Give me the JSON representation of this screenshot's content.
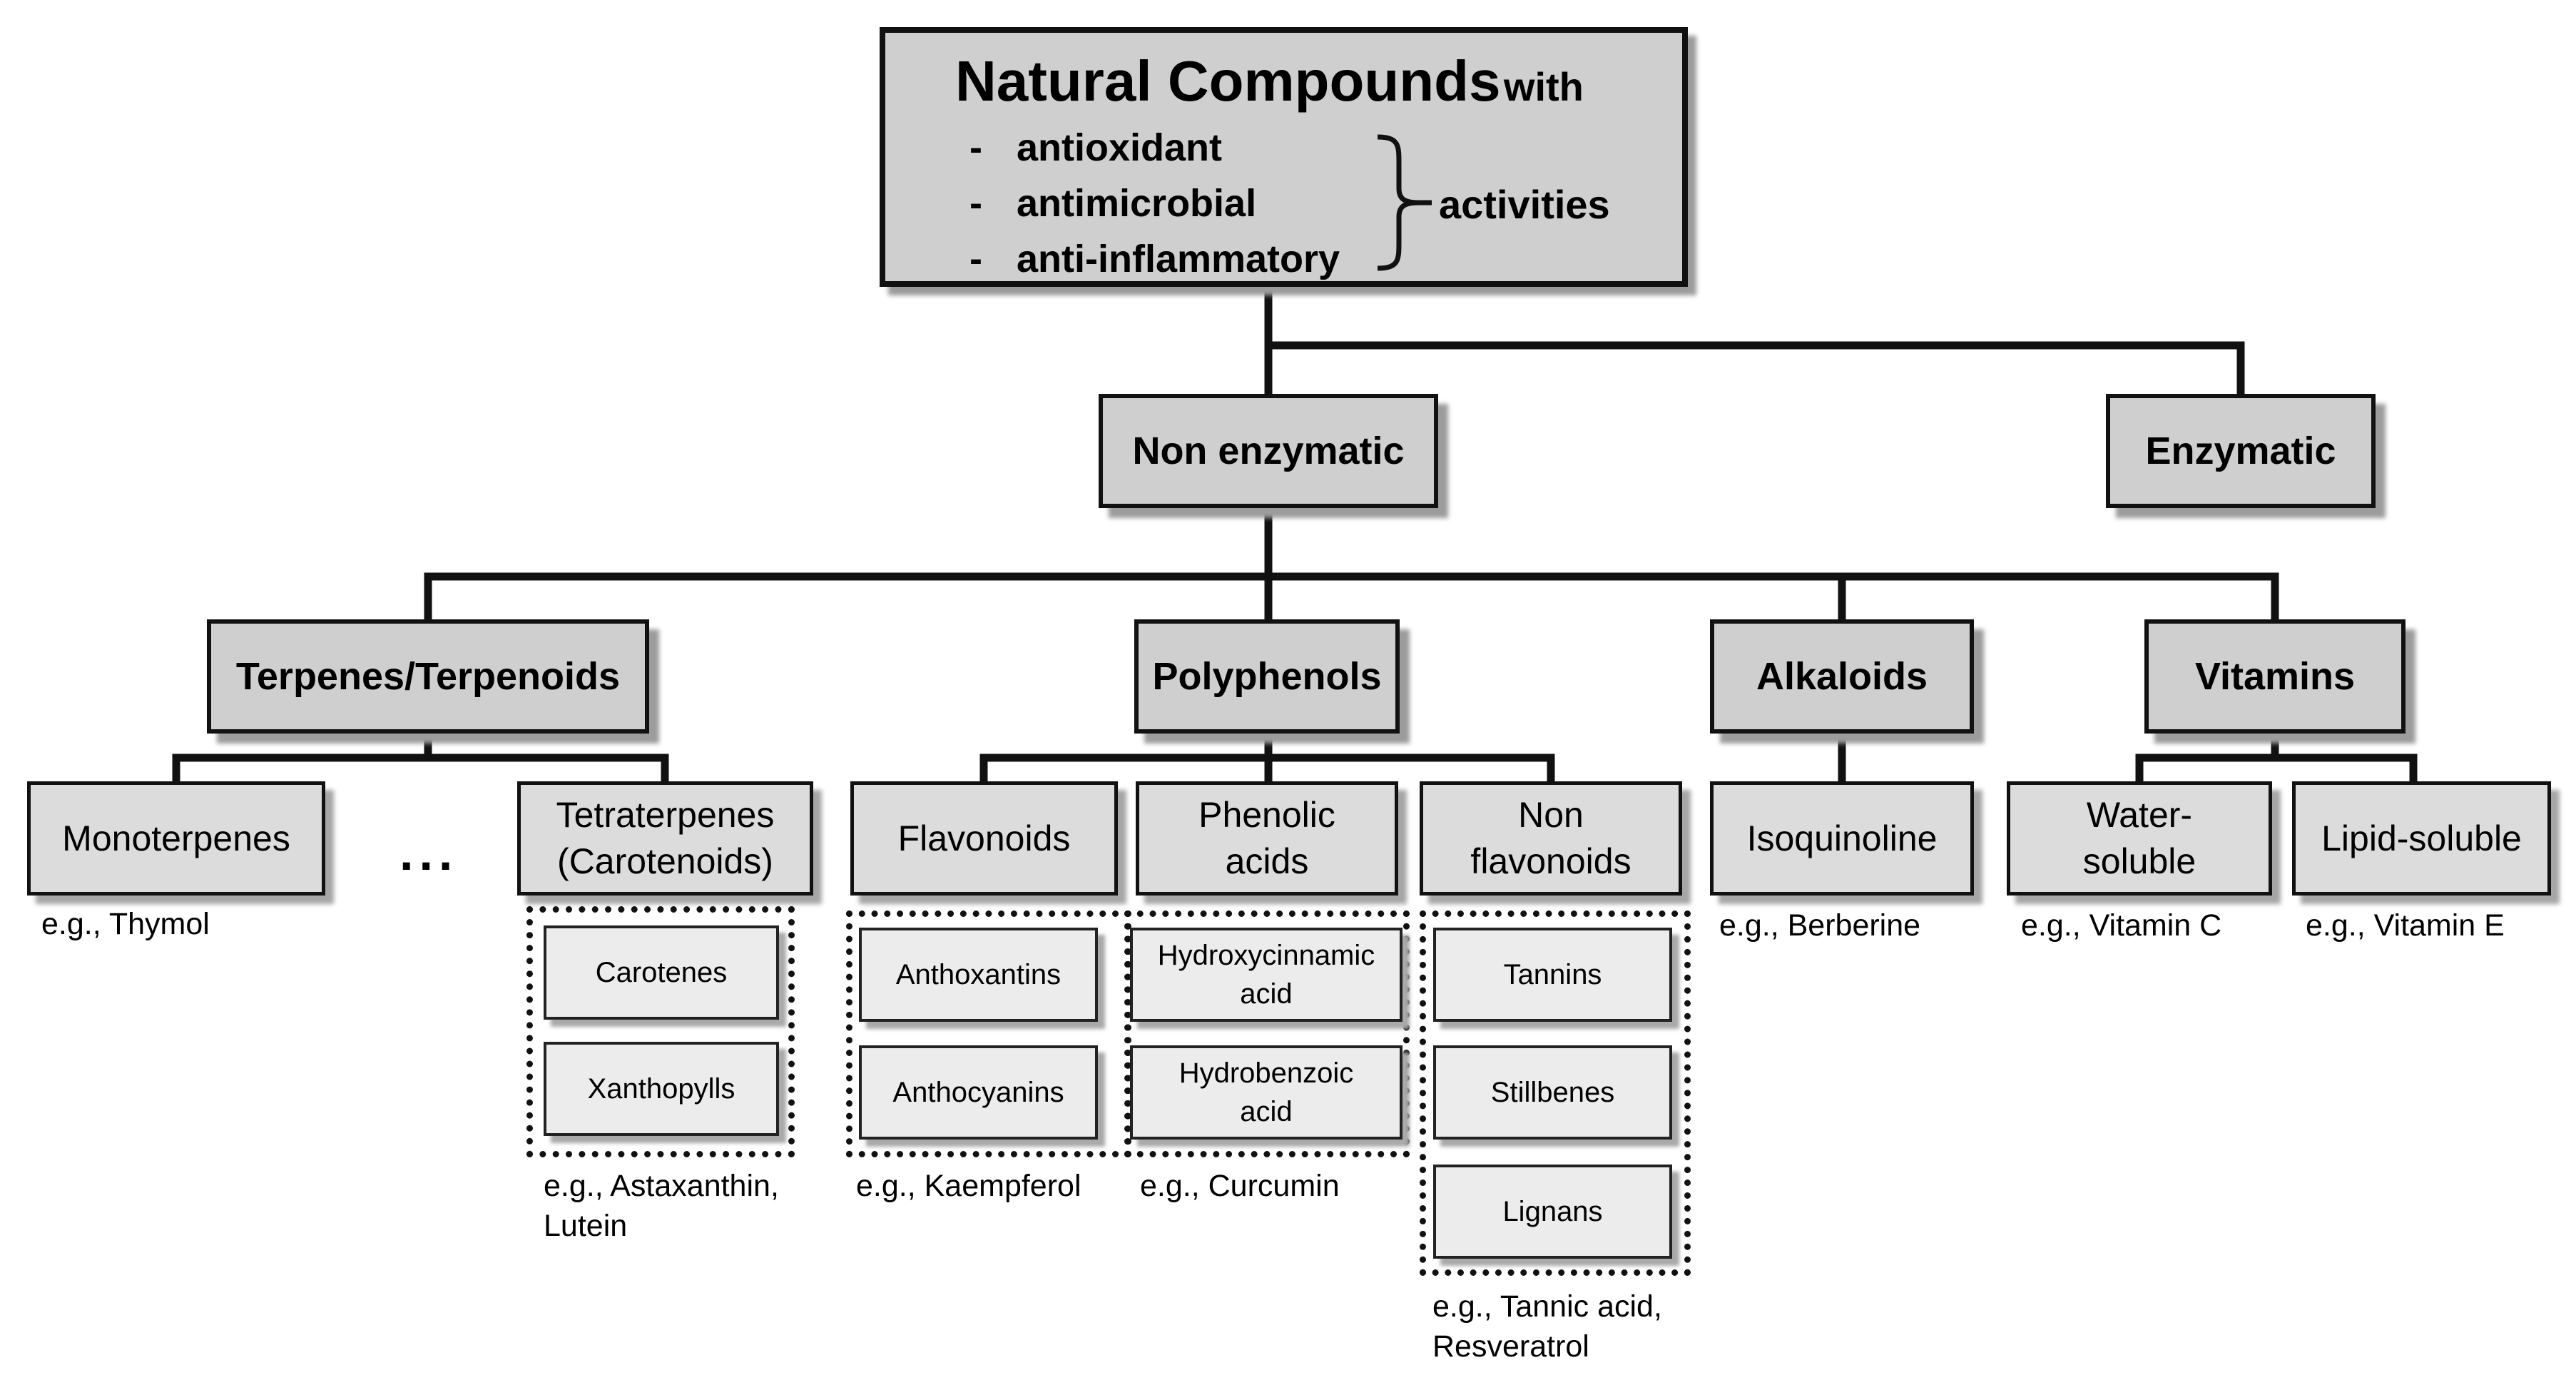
{
  "root": {
    "title": "Natural Compounds",
    "title_suffix": "with",
    "activities": [
      "antioxidant",
      "antimicrobial",
      "anti-inflammatory"
    ],
    "activities_label": "activities",
    "bullet": "-"
  },
  "level1": {
    "non_enzymatic": "Non enzymatic",
    "enzymatic": "Enzymatic"
  },
  "classes": {
    "terpenes": "Terpenes/Terpenoids",
    "polyphenols": "Polyphenols",
    "alkaloids": "Alkaloids",
    "vitamins": "Vitamins"
  },
  "subclasses": {
    "monoterpenes": "Monoterpenes",
    "ellipsis": "...",
    "tetraterpenes": "Tetraterpenes\n(Carotenoids)",
    "flavonoids": "Flavonoids",
    "phenolic_acids": "Phenolic\nacids",
    "non_flavonoids": "Non\nflavonoids",
    "isoquinoline": "Isoquinoline",
    "water_soluble": "Water-\nsoluble",
    "lipid_soluble": "Lipid-soluble"
  },
  "leaves": {
    "carotenes": "Carotenes",
    "xanthopylls": "Xanthopylls",
    "anthoxantins": "Anthoxantins",
    "anthocyanins": "Anthocyanins",
    "hydroxycinnamic": "Hydroxycinnamic\nacid",
    "hydrobenzoic": "Hydrobenzoic\nacid",
    "tannins": "Tannins",
    "stillbenes": "Stillbenes",
    "lignans": "Lignans"
  },
  "examples": {
    "thymol": "e.g., Thymol",
    "astaxanthin": "e.g., Astaxanthin,\nLutein",
    "kaempferol": "e.g., Kaempferol",
    "curcumin": "e.g., Curcumin",
    "tannic": "e.g., Tannic acid,\nResveratrol",
    "berberine": "e.g., Berberine",
    "vitamin_c": "e.g., Vitamin C",
    "vitamin_e": "e.g., Vitamin E"
  }
}
